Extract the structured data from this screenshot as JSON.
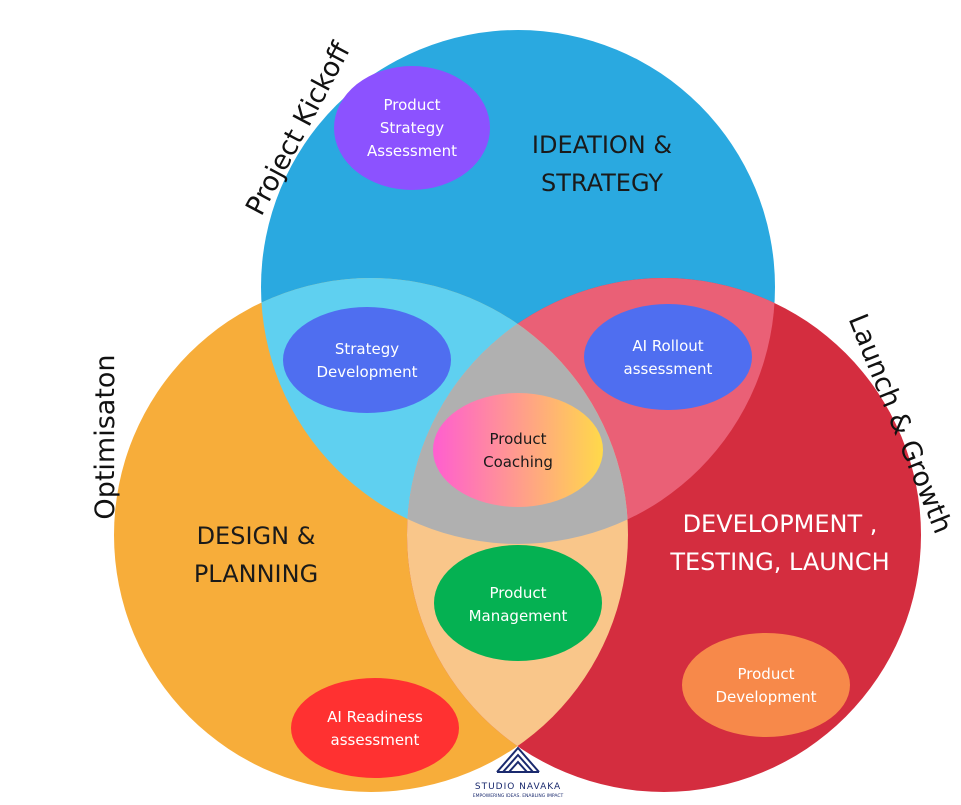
{
  "colors": {
    "background": "#ffffff",
    "top_circle": "#2aa9e0",
    "left_circle": "#f7ad3a",
    "right_circle": "#d42d3f",
    "overlap_top_left": "#5fd0f0",
    "overlap_top_right": "#ea6076",
    "overlap_left_right": "#f9c68a",
    "overlap_center": "#b0b0b0",
    "ellipse_purple": "#8c52ff",
    "ellipse_blue": "#4f6ef0",
    "ellipse_green": "#05b152",
    "ellipse_red": "#ff3131",
    "ellipse_orange": "#f7894a",
    "gradient_start": "#ff5ed0",
    "gradient_end": "#ffd94a",
    "logo": "#1a2a6e"
  },
  "circles": {
    "top": {
      "title_line1": "IDEATION &",
      "title_line2": "STRATEGY"
    },
    "left": {
      "title_line1": "DESIGN &",
      "title_line2": "PLANNING"
    },
    "right": {
      "title_line1": "DEVELOPMENT ,",
      "title_line2": "TESTING, LAUNCH"
    }
  },
  "side_labels": {
    "top_left": "Project Kickoff",
    "left": "Optimisaton",
    "right": "Launch & Growth"
  },
  "ellipses": {
    "product_strategy": {
      "line1": "Product",
      "line2": "Strategy",
      "line3": "Assessment",
      "icon": "purple-ellipse"
    },
    "strategy_development": {
      "line1": "Strategy",
      "line2": "Development"
    },
    "ai_rollout": {
      "line1": "AI Rollout",
      "line2": "assessment"
    },
    "product_coaching": {
      "line1": "Product",
      "line2": "Coaching"
    },
    "product_management": {
      "line1": "Product",
      "line2": "Management"
    },
    "ai_readiness": {
      "line1": "AI Readiness",
      "line2": "assessment"
    },
    "product_development": {
      "line1": "Product",
      "line2": "Development"
    }
  },
  "logo": {
    "name": "STUDIO NAVAKA",
    "tagline": "EMPOWERING IDEAS. ENABLING IMPACT",
    "icon": "navaka-mountain-icon"
  }
}
